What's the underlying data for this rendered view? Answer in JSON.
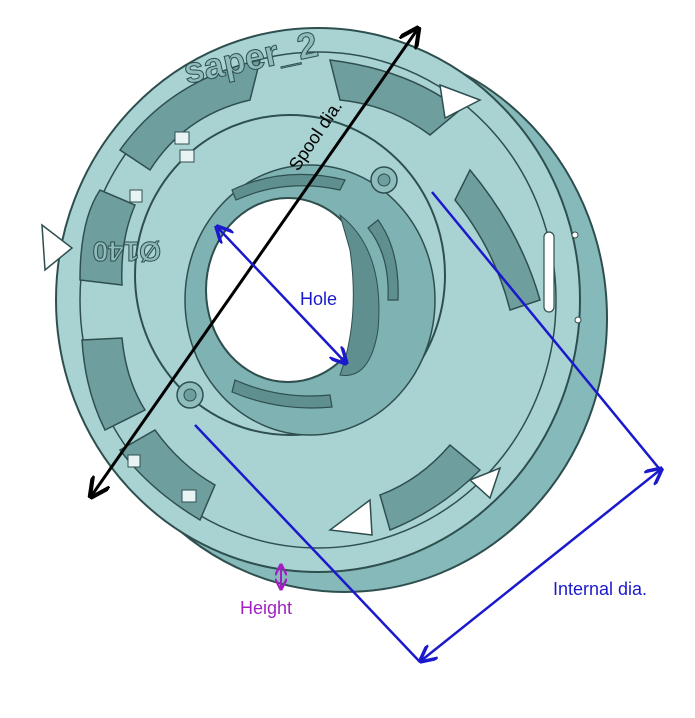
{
  "part": {
    "engraving_top": "saper_2",
    "engraving_side": "Ø140"
  },
  "labels": {
    "spool_dia": "Spool dia.",
    "hole": "Hole",
    "internal_dia": "Internal dia.",
    "height": "Height"
  },
  "colors": {
    "part_fill": "#a9d3d3",
    "part_shade": "#7fb2b2",
    "part_dark": "#5f8f8f",
    "edge": "#2f4f4f",
    "spool_arrow": "#000000",
    "hole_arrow": "#1a1acc",
    "internal_arrow": "#1a1acc",
    "height_arrow": "#a020c0",
    "blue_text": "#1a1acc",
    "purple_text": "#a020c0"
  }
}
